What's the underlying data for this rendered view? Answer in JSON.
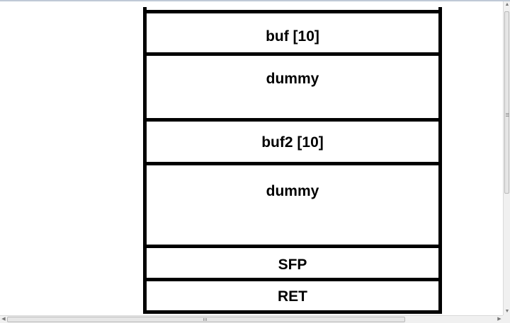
{
  "diagram": {
    "cells": [
      {
        "label": "buf [10]"
      },
      {
        "label": "dummy"
      },
      {
        "label": "buf2 [10]"
      },
      {
        "label": "dummy"
      },
      {
        "label": "SFP"
      },
      {
        "label": "RET"
      }
    ]
  },
  "scrollbars": {
    "up_icon": "triangle-up-icon",
    "down_icon": "triangle-down-icon",
    "left_icon": "triangle-left-icon",
    "right_icon": "triangle-right-icon"
  }
}
